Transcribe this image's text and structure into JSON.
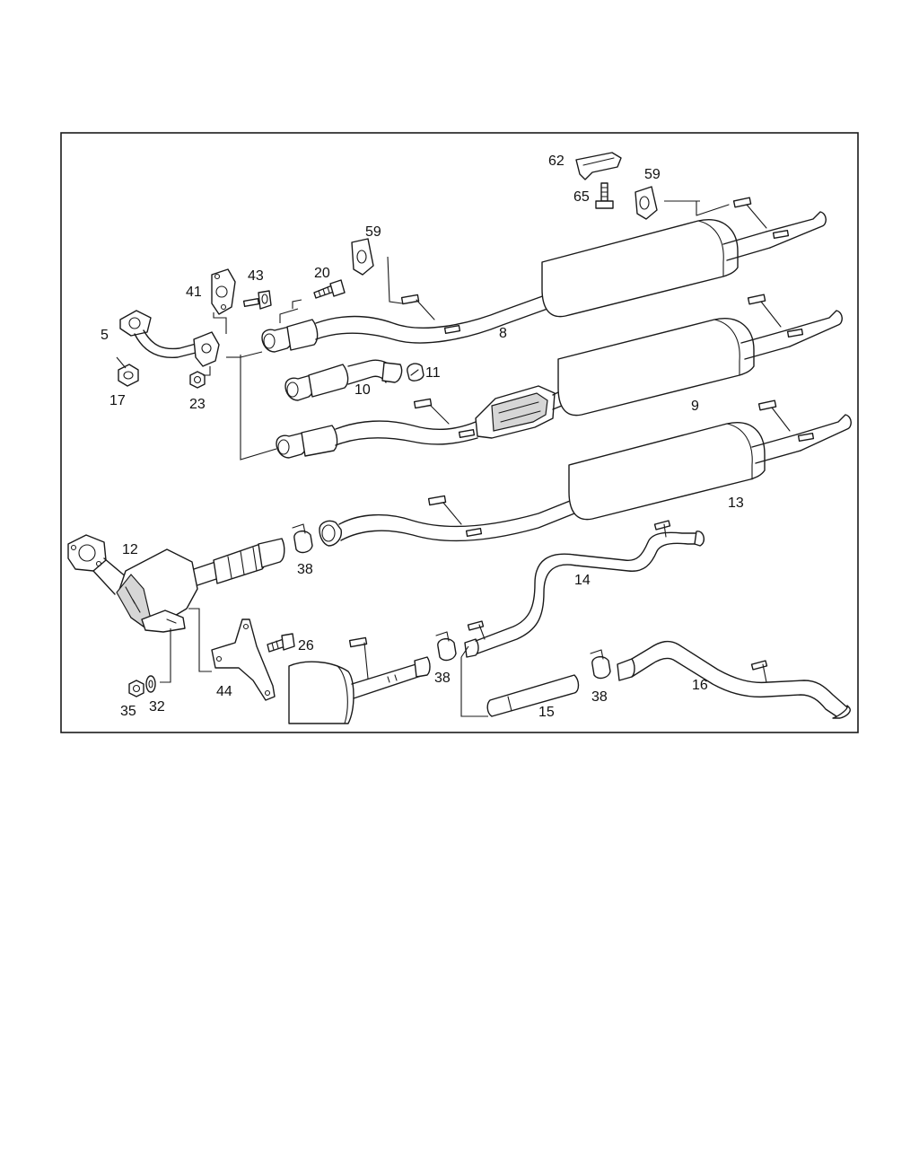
{
  "diagram": {
    "part_labels": {
      "p5": "5",
      "p8": "8",
      "p9": "9",
      "p10": "10",
      "p11": "11",
      "p12": "12",
      "p13": "13",
      "p14": "14",
      "p15": "15",
      "p16": "16",
      "p17": "17",
      "p20": "20",
      "p23": "23",
      "p26": "26",
      "p32": "32",
      "p35": "35",
      "p38a": "38",
      "p38b": "38",
      "p38c": "38",
      "p41": "41",
      "p43": "43",
      "p44": "44",
      "p59a": "59",
      "p59b": "59",
      "p62": "62",
      "p65": "65"
    }
  }
}
